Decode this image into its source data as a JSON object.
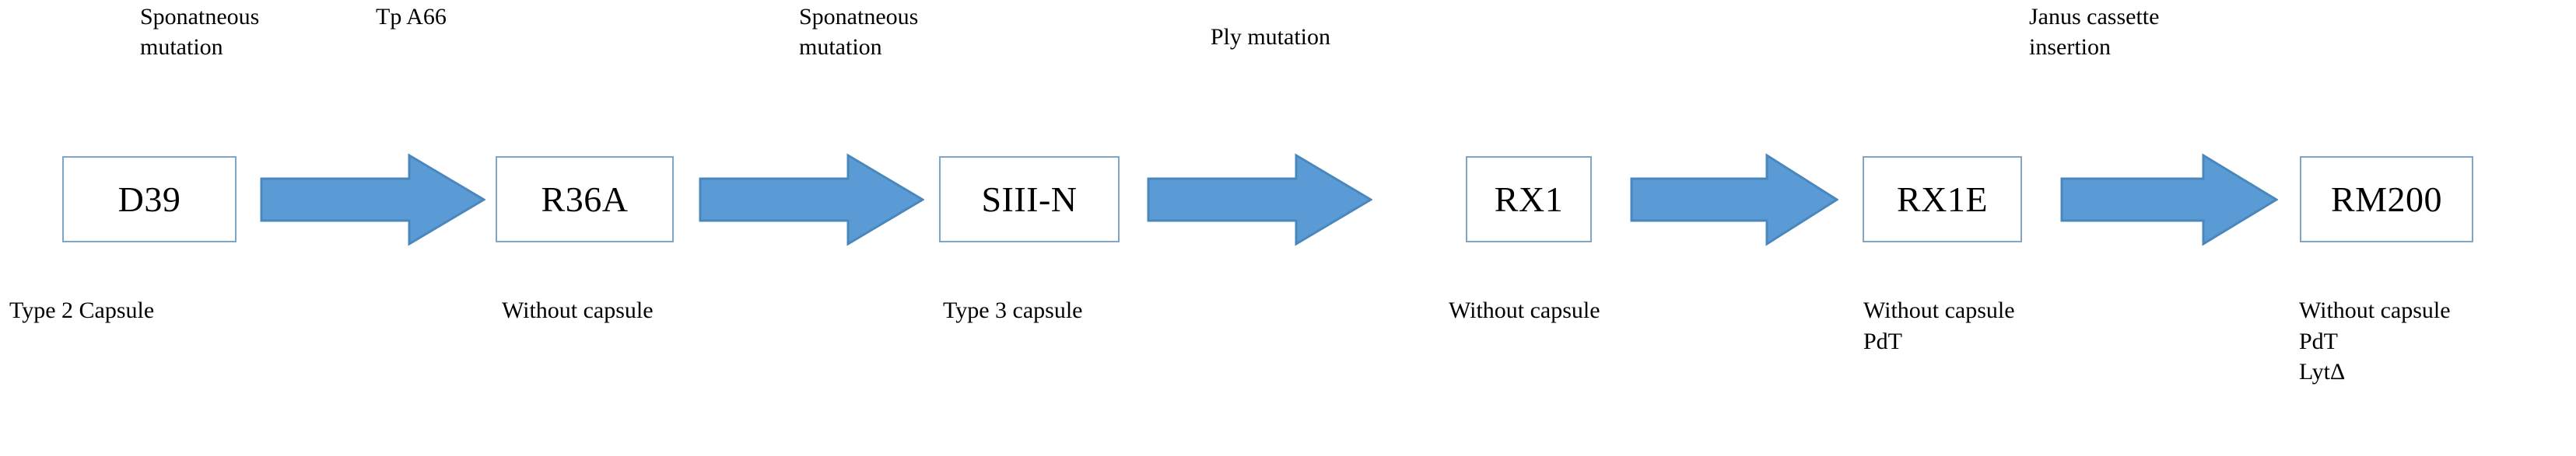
{
  "figure": {
    "type": "flow-diagram",
    "orientation": "left-to-right",
    "accent_color": "#5B9BD5",
    "box_border_color": "#7FA6C6",
    "background_color": "#FFFFFF",
    "text_color": "#000000"
  },
  "nodes": [
    {
      "id": "d39",
      "label": "D39",
      "phenotype": "Type 2 Capsule"
    },
    {
      "id": "r36a",
      "label": "R36A",
      "phenotype": "Without capsule"
    },
    {
      "id": "siiin",
      "label": "SIII-N",
      "phenotype": "Type 3 capsule"
    },
    {
      "id": "rx1",
      "label": "RX1",
      "phenotype": "Without capsule"
    },
    {
      "id": "rx1e",
      "label": "RX1E",
      "phenotype": "Without capsule\nPdT"
    },
    {
      "id": "rm200",
      "label": "RM200",
      "phenotype": "Without capsule\nPdT\nLytΔ"
    }
  ],
  "transitions": [
    {
      "id": "t1",
      "from": "d39",
      "to": "r36a",
      "label": "Sponatneous\nmutation"
    },
    {
      "id": "t2",
      "from": "r36a",
      "to": "siiin",
      "label": "Tp A66"
    },
    {
      "id": "t3",
      "from": "siiin",
      "to": "rx1",
      "label": "Sponatneous\nmutation"
    },
    {
      "id": "t4",
      "from": "rx1",
      "to": "rx1e",
      "label": "Ply mutation"
    },
    {
      "id": "t5",
      "from": "rx1e",
      "to": "rm200",
      "label": "Janus cassette\ninsertion"
    }
  ]
}
